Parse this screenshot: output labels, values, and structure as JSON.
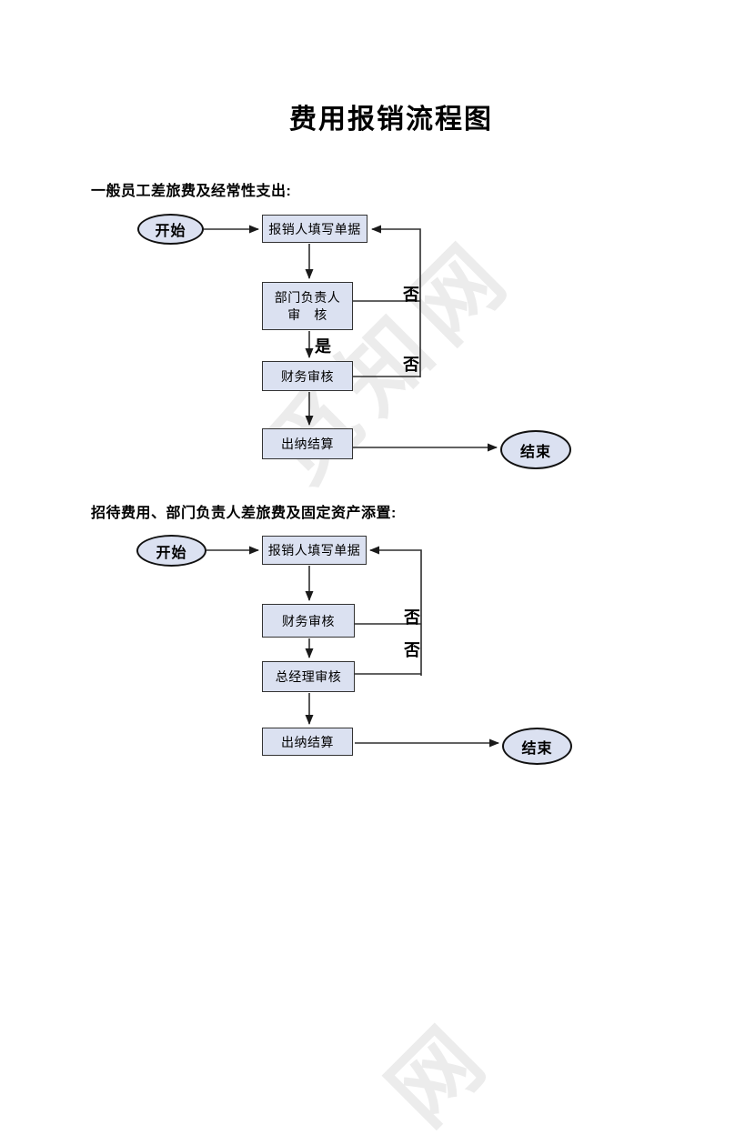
{
  "title": "费用报销流程图",
  "watermark": {
    "text": "觅知网",
    "partial_char": "网",
    "color": "#ececec"
  },
  "colors": {
    "node_fill": "#dbe1f1",
    "node_border": "#333333",
    "connector": "#2f2f2f",
    "text": "#000000"
  },
  "sections": [
    {
      "heading": "一般员工差旅费及经常性支出:",
      "nodes": {
        "start": "开始",
        "fill_form": "报销人填写单据",
        "dept_line1": "部门负责人",
        "dept_line2": "审　核",
        "finance_review": "财务审核",
        "cashier_settle": "出纳结算",
        "end": "结束"
      },
      "labels": {
        "yes": "是",
        "no": "否"
      }
    },
    {
      "heading": "招待费用、部门负责人差旅费及固定资产添置:",
      "nodes": {
        "start": "开始",
        "fill_form": "报销人填写单据",
        "finance_review": "财务审核",
        "gm_review": "总经理审核",
        "cashier_settle": "出纳结算",
        "end": "结束"
      },
      "labels": {
        "no": "否"
      }
    }
  ]
}
